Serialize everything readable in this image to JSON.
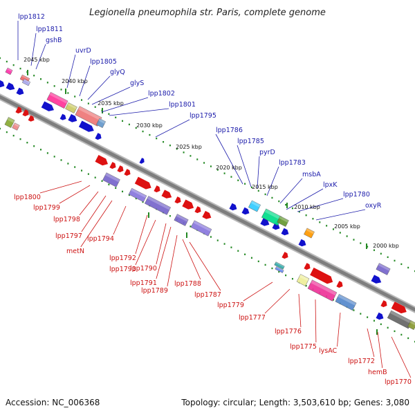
{
  "title": "Legionella pneumophila str. Paris, complete genome",
  "footer": {
    "accession": "Accession: NC_006368",
    "topology": "Topology: circular; Length: 3,503,610 bp; Genes: 3,080"
  },
  "scale_labels": [
    "2045 kbp",
    "2040 kbp",
    "2035 kbp",
    "2030 kbp",
    "2025 kbp",
    "2020 kbp",
    "2015 kbp",
    "2010 kbp",
    "2005 kbp",
    "2000 kbp"
  ],
  "upper_labels": [
    "lpp1812",
    "lpp1811",
    "gshB",
    "uvrD",
    "lpp1805",
    "glyQ",
    "glyS",
    "lpp1802",
    "lpp1801",
    "lpp1795",
    "lpp1786",
    "lpp1785",
    "pyrD",
    "lpp1783",
    "msbA",
    "lpxK",
    "lpp1780",
    "oxyR"
  ],
  "lower_labels": [
    "lpp1800",
    "lpp1799",
    "lpp1798",
    "lpp1797",
    "metN",
    "lpp1794",
    "lpp1792",
    "lpp1793",
    "lpp1790",
    "lpp1791",
    "lpp1789",
    "lpp1788",
    "lpp1787",
    "lpp1779",
    "lpp1777",
    "lpp1776",
    "lpp1775",
    "lysAC",
    "lpp1772",
    "hemB",
    "lpp1770"
  ],
  "colors": {
    "forward_gene": "#dd1111",
    "reverse_gene": "#1111cc",
    "backbone": "#8a8a8a",
    "tick": "#228822",
    "label_upper": "#1a1aaa",
    "label_lower": "#cc1111"
  }
}
